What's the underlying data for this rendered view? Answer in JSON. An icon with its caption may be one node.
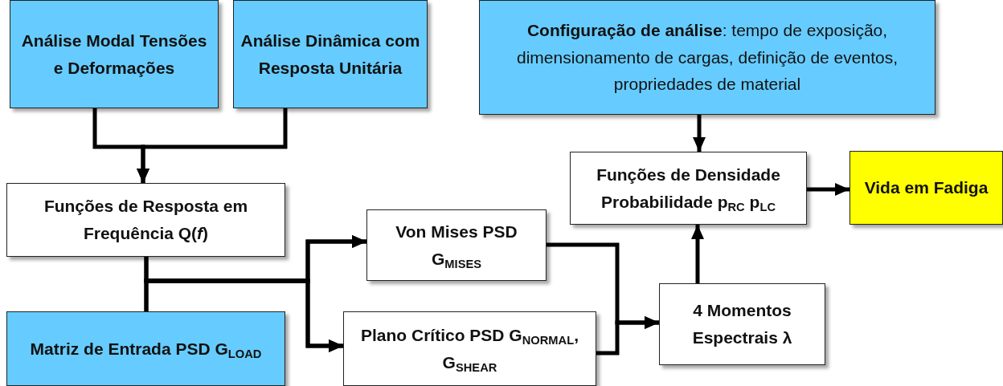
{
  "diagram": {
    "nodes": [
      {
        "text": [
          "Análise Modal Tensões e Deformações"
        ]
      },
      {
        "text": [
          "Análise Dinâmica com Resposta Unitária"
        ]
      },
      {
        "text": [
          "**Configuração de análise**: tempo de exposição, dimensionamento de cargas, definição de eventos, propriedades de material"
        ]
      },
      {
        "text": [
          "Funções de Resposta em Frequência Q(*f*)"
        ]
      },
      {
        "text": [
          "Matriz de Entrada PSD G$_{LOAD}$"
        ]
      },
      {
        "text": [
          "Von Mises PSD G$_{MISES}$"
        ]
      },
      {
        "text": [
          "Plano Crítico PSD G$_{NORMAL}$, G$_{SHEAR}$"
        ]
      },
      {
        "text": [
          "Funções de Densidade Probabilidade p$_{RC}$ p$_{LC}$"
        ]
      },
      {
        "text": [
          "Vida em Fadiga"
        ]
      },
      {
        "text": [
          "4 Momentos Espectrais λ"
        ]
      }
    ],
    "edges": [
      {
        "from": 0,
        "to": 3,
        "arrow": "to"
      },
      {
        "from": 1,
        "to": 3,
        "arrow": "to"
      },
      {
        "from": 3,
        "to": 5,
        "arrow": "to"
      },
      {
        "from": 3,
        "to": 6,
        "arrow": "to"
      },
      {
        "from": 4,
        "to": 5,
        "arrow": "to"
      },
      {
        "from": 4,
        "to": 6,
        "arrow": "to"
      },
      {
        "from": 5,
        "to": 9,
        "arrow": "to"
      },
      {
        "from": 6,
        "to": 9,
        "arrow": "to"
      },
      {
        "from": 2,
        "to": 7,
        "arrow": "to"
      },
      {
        "from": 9,
        "to": 7,
        "arrow": "to"
      },
      {
        "from": 7,
        "to": 8,
        "arrow": "to"
      }
    ]
  }
}
